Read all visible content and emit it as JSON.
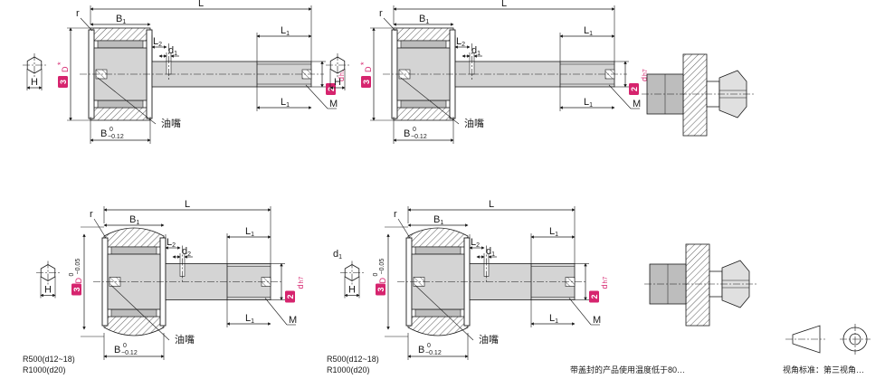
{
  "labels": {
    "L": "L",
    "B1": "B",
    "B1_sub": "1",
    "r": "r",
    "L1": "L",
    "L1_sub": "1",
    "L2": "L",
    "L2_sub": "2",
    "d1": "d",
    "d1_sub": "1",
    "d2": "d",
    "d2_sub": "2",
    "D": "D",
    "D_star": "*",
    "dh7": "d",
    "dh7_sub": "h7",
    "M": "M",
    "H": "H",
    "B": "B",
    "B_tol_upper": "0",
    "B_tol_lower": "−0.12",
    "D_tol_upper": "0",
    "D_tol_lower": "−0.05",
    "oil": "油嘴",
    "badge2": "2",
    "badge3": "3",
    "R500": "R500(d12~18)",
    "R1000": "R1000(d20)",
    "stray_d1": "d",
    "stray_d1_sub": "1"
  },
  "footer": {
    "note1": "带盖封的产品使用温度低于80…",
    "note2": "视角标准：第三视角…"
  },
  "colors": {
    "line": "#1a1a1a",
    "hatch": "#6a6a6a",
    "body": "#d4d4d4",
    "roller": "#bdbdbd",
    "accent": "#d6246e"
  }
}
